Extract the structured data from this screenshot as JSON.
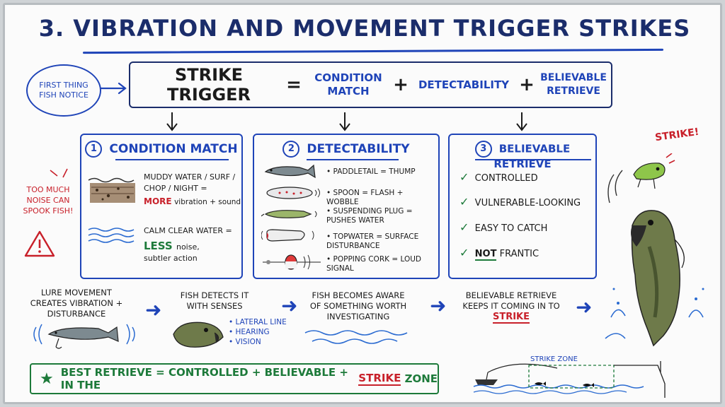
{
  "title": "3. Vibration and Movement Trigger Strikes",
  "cloud": "First thing fish notice",
  "formula": {
    "lhs": "Strike Trigger",
    "eq": "=",
    "t1": "Condition Match",
    "plus": "+",
    "t2": "Detectability",
    "t3": "Believable Retrieve"
  },
  "warning": "Too much noise can spook fish!",
  "strike_label": "Strike!",
  "panel1": {
    "num": "1",
    "title": "Condition Match",
    "muddy": "Muddy water / surf / chop / night =",
    "more": "MORE",
    "more_rest": "vibration + sound",
    "calm": "Calm clear water =",
    "less": "LESS",
    "less_rest1": "noise,",
    "less_rest2": "subtler action"
  },
  "panel2": {
    "num": "2",
    "title": "Detectability",
    "items": [
      "Paddletail = thump",
      "Spoon = flash + wobble",
      "Suspending plug = pushes water",
      "Topwater = surface disturbance",
      "Popping cork = loud signal"
    ]
  },
  "panel3": {
    "num": "3",
    "title": "Believable Retrieve",
    "checks": [
      "Controlled",
      "Vulnerable-looking",
      "Easy to catch"
    ],
    "not": "Not",
    "frantic": "frantic"
  },
  "flow": {
    "step1": "Lure movement creates vibration + disturbance",
    "step2": "Fish detects it with senses",
    "senses": [
      "Lateral line",
      "Hearing",
      "Vision"
    ],
    "step3": "Fish becomes aware of something worth investigating",
    "step4a": "Believable retrieve keeps it coming in to",
    "step4b": "Strike"
  },
  "best": {
    "prefix": "Best Retrieve = Controlled + Believable + In the",
    "strike": "Strike",
    "suffix": "Zone"
  },
  "strike_zone": "Strike Zone",
  "colors": {
    "navy": "#1b2d6b",
    "blue": "#1f44b8",
    "red": "#c8202a",
    "green": "#1d7a3a"
  }
}
